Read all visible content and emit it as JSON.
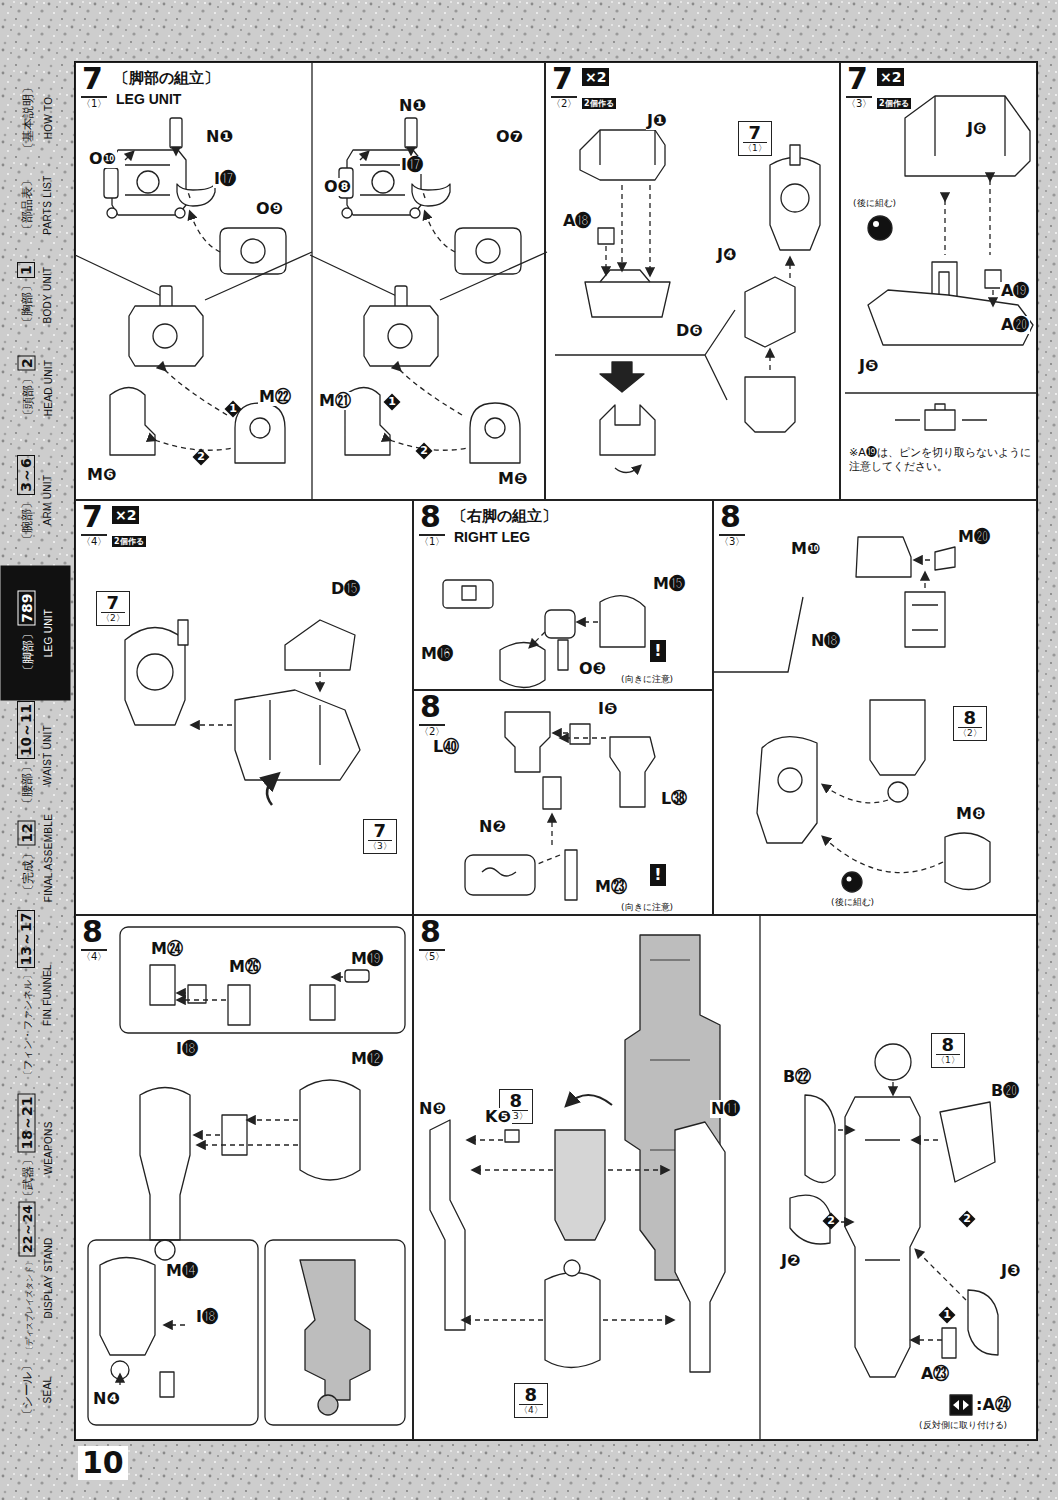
{
  "diagram": {
    "nodes": [
      {
        "text": [
          "7",
          "〈1〉",
          "〔脚部の組立〕",
          "LEG UNIT"
        ]
      },
      {
        "text": [
          "7",
          "×2",
          "〈2〉",
          "2個作る"
        ]
      },
      {
        "text": [
          "7",
          "〈1〉"
        ],
        "in": 1
      },
      {
        "text": [
          "7",
          "×2",
          "〈3〉",
          "2個作る"
        ]
      },
      {
        "text": [
          "7",
          "×2",
          "〈4〉",
          "2個作る"
        ]
      },
      {
        "text": [
          "7",
          "〈2〉"
        ],
        "in": 4
      },
      {
        "text": [
          "7",
          "〈3〉"
        ],
        "in": 4
      },
      {
        "text": [
          "8",
          "〈1〉",
          "〔右脚の組立〕",
          "RIGHT LEG"
        ]
      },
      {
        "text": [
          "8",
          "〈2〉"
        ]
      },
      {
        "text": [
          "8",
          "〈3〉"
        ]
      },
      {
        "text": [
          "8",
          "〈2〉"
        ],
        "in": 9
      },
      {
        "text": [
          "8",
          "〈4〉"
        ]
      },
      {
        "text": [
          "8",
          "〈5〉"
        ]
      },
      {
        "text": [
          "8",
          "〈3〉"
        ],
        "in": 12
      },
      {
        "text": [
          "8",
          "〈4〉"
        ],
        "in": 12
      },
      {
        "text": [
          "8",
          "〈1〉"
        ],
        "in": 12
      },
      {
        "text": [
          "〔基本説明〕",
          "HOW TO"
        ]
      },
      {
        "text": [
          "〔部品表〕",
          "PARTS LIST"
        ]
      },
      {
        "text": [
          "〔胸部〕",
          "1",
          "BODY UNIT"
        ]
      },
      {
        "text": [
          "〔頭部〕",
          "2",
          "HEAD UNIT"
        ]
      },
      {
        "text": [
          "〔腕部〕",
          "3～6",
          "ARM UNIT"
        ]
      },
      {
        "text": [
          "〔脚部〕",
          "789",
          "LEG UNIT"
        ]
      },
      {
        "text": [
          "〔腰部〕",
          "10～11",
          "WAIST UNIT"
        ]
      },
      {
        "text": [
          "〔完成〕",
          "12",
          "FINAL ASSEMBLE"
        ]
      },
      {
        "text": [
          "〔フィン・ファンネル〕",
          "13～17",
          "FIN FUNNEL"
        ]
      },
      {
        "text": [
          "〔武器〕",
          "18～21",
          "WEAPONS"
        ]
      },
      {
        "text": [
          "〔ディスプレイスタンド〕",
          "22～24",
          "DISPLAY STAND"
        ]
      },
      {
        "text": [
          "〔シール〕",
          "SEAL"
        ]
      }
    ],
    "labels": [
      "N❶",
      "O❿",
      "I⓱",
      "O❾",
      "M㉒",
      "M❻",
      "1",
      "2",
      "N❶",
      "O❽",
      "I⓱",
      "O❼",
      "M㉑",
      "M❺",
      "1",
      "2",
      "J❶",
      "A⓲",
      "D❻",
      "J❹",
      "J❻",
      "(後に組む)",
      "A⓳",
      "A⓴",
      "J❺",
      "※A⓳は、ピンを切り取らないように注意してください。",
      "D⓯",
      "M⓯",
      "M⓰",
      "O❸",
      "(向きに注意)",
      "I❺",
      "L㊵",
      "N❷",
      "L㊳",
      "M㉓",
      "(向きに注意)",
      "M❿",
      "M⓴",
      "N⓲",
      "M❽",
      "(後に組む)",
      "M㉔",
      "M㉖",
      "M⓳",
      "I⓲",
      "M⓬",
      "M⓮",
      "I⓲",
      "N❹",
      "N❾",
      "K❺",
      "N⓫",
      "B㉒",
      "B⓴",
      "J❷",
      "J❸",
      "A㉓",
      "2",
      "2",
      "1",
      ":A㉔",
      "(反対側に取り付ける)",
      "10",
      "!",
      "!"
    ]
  }
}
